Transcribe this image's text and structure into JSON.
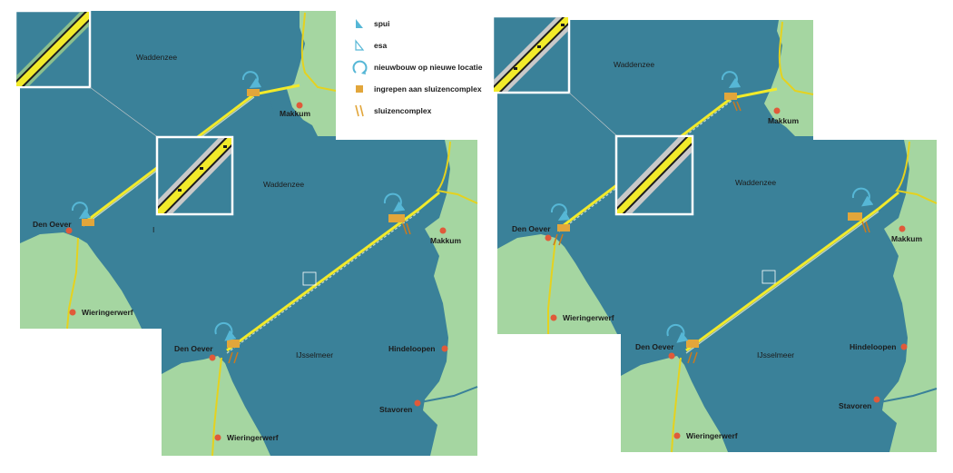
{
  "legend": {
    "items": [
      {
        "label": "spui",
        "icon": "spui-icon"
      },
      {
        "label": "esa",
        "icon": "esa-icon"
      },
      {
        "label": "nieuwbouw op nieuwe locatie",
        "icon": "new-build-arrow-icon"
      },
      {
        "label": "ingrepen aan sluizencomplex",
        "icon": "lock-intervention-icon"
      },
      {
        "label": "sluizencomplex",
        "icon": "lock-complex-icon"
      }
    ]
  },
  "places": {
    "waddenzee": "Waddenzee",
    "ijsselmeer": "IJsselmeer",
    "den_oever": "Den Oever",
    "makkum": "Makkum",
    "wieringerwerf": "Wieringerwerf",
    "hindeloopen": "Hindeloopen",
    "stavoren": "Stavoren",
    "cut_ij": "I"
  },
  "colors": {
    "water": "#3a8199",
    "land": "#a5d6a1",
    "dike_yellow": "#f2ea2a",
    "road": "#e5d21f",
    "town": "#e05a3a",
    "arrow": "#56b7d6",
    "lock": "#e2a63b",
    "lock_stroke": "#c87a20"
  }
}
